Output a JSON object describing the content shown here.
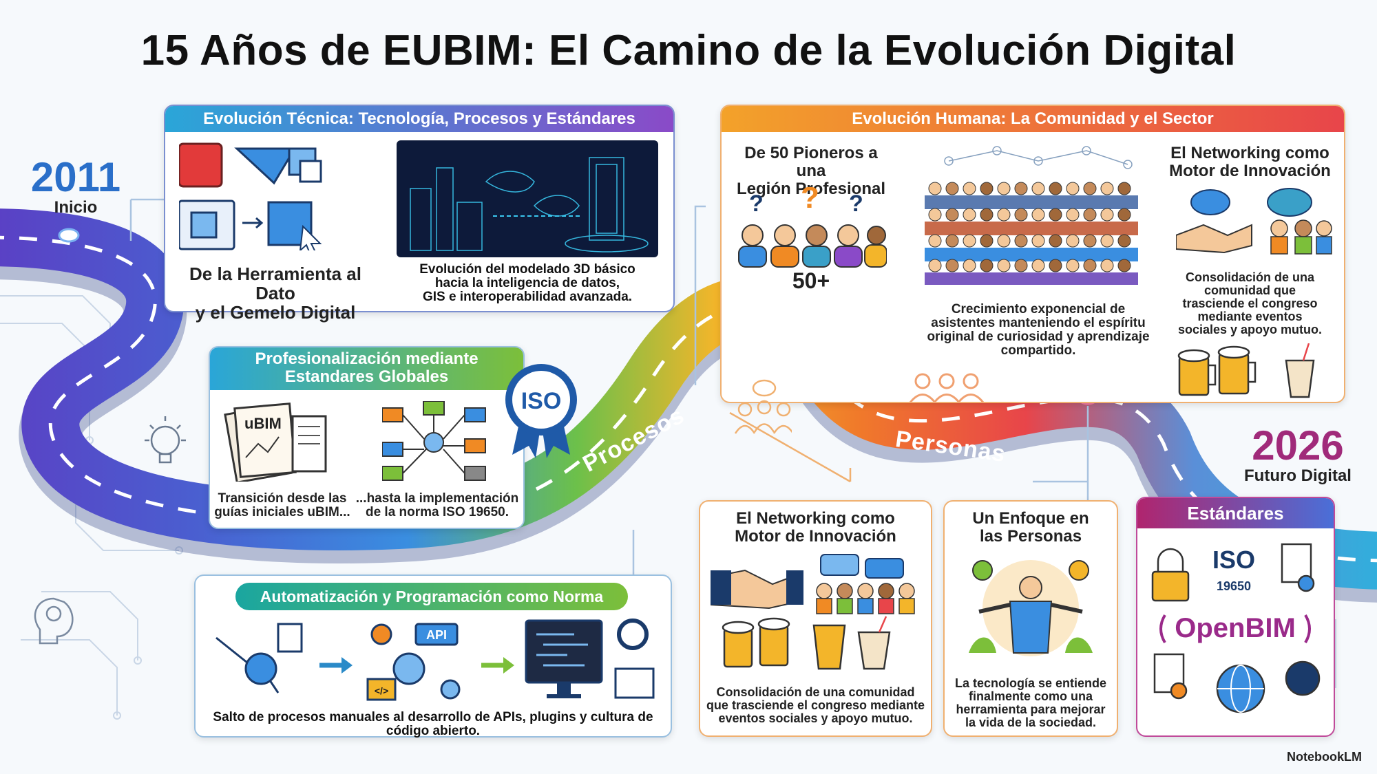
{
  "title": "15 Años de EUBIM: El Camino de la Evolución Digital",
  "start": {
    "year": "2011",
    "label": "Inicio"
  },
  "end": {
    "year": "2026",
    "label": "Futuro Digital"
  },
  "road_labels": {
    "procesos": "Procesos",
    "personas": "Personas"
  },
  "tecnica": {
    "header": "Evolución Técnica: Tecnología, Procesos y Estándares",
    "left_caption": "De la Herramienta al Dato\ny el Gemelo Digital",
    "right_caption": "Evolución del modelado 3D básico\nhacia la inteligencia de datos,\nGIS e interoperabilidad avanzada."
  },
  "profesionalizacion": {
    "header": "Profesionalización mediante\nEstandares Globales",
    "doc_label": "uBIM",
    "left_caption": "Transición desde las\nguías iniciales uBIM...",
    "right_caption": "...hasta la implementación\nde la norma ISO 19650.",
    "badge": "ISO"
  },
  "automatizacion": {
    "header": "Automatización y Programación como Norma",
    "api_label": "API",
    "code_label": "</>",
    "caption": "Salto de procesos manuales al desarrollo de APIs, plugins y cultura de código abierto."
  },
  "humana": {
    "header": "Evolución Humana: La Comunidad y el Sector",
    "col1_title": "De 50 Pioneros a una\nLegión Profesional",
    "col1_count": "50+",
    "col2_caption": "Crecimiento exponencial de\nasistentes manteniendo el espíritu\noriginal de curiosidad y aprendizaje\ncompartido.",
    "col3_title": "El Networking como\nMotor de Innovación",
    "col3_caption": "Consolidación de una\ncomunidad que\ntrasciende el congreso\nmediante eventos\nsociales y apoyo mutuo."
  },
  "networking": {
    "title": "El Networking como\nMotor de Innovación",
    "caption": "Consolidación de una comunidad\nque trasciende el congreso mediante\neventos sociales y apoyo mutuo."
  },
  "enfoque": {
    "title": "Un Enfoque en\nlas Personas",
    "caption": "La tecnología se entiende\nfinalmente como una\nherramienta para mejorar\nla vida de la sociedad."
  },
  "estandares": {
    "header": "Estándares",
    "iso": "ISO",
    "iso_num": "19650",
    "openbim": "OpenBIM"
  },
  "watermark": "NotebookLM",
  "colors": {
    "blue": "#2a6fc9",
    "purple": "#8a3ab0",
    "orange": "#f08a24",
    "green": "#7cbf3a",
    "teal": "#1aa6c8",
    "magenta": "#b0256e"
  }
}
